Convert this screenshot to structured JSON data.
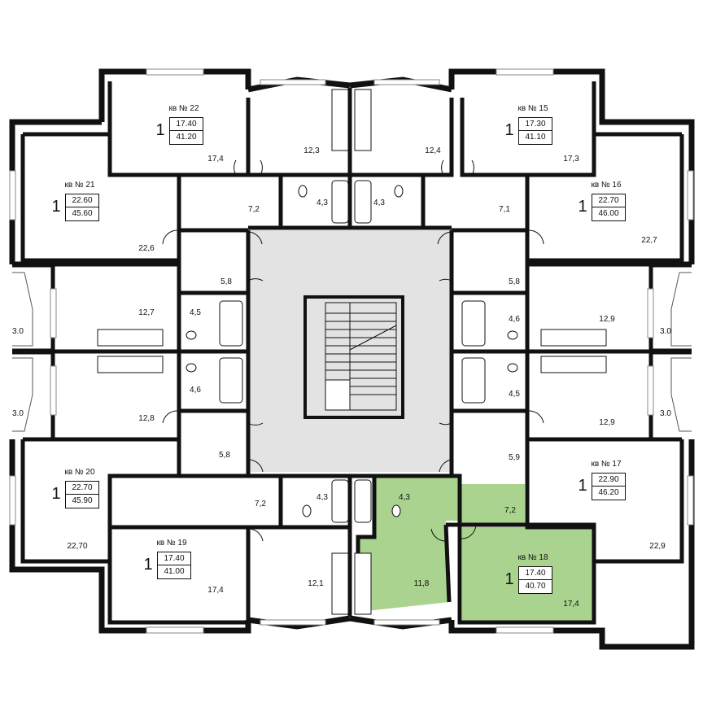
{
  "colors": {
    "wall": "#111111",
    "room_fill": "#ffffff",
    "hall_fill": "#e3e3e3",
    "highlight": "#a9d38e",
    "window": "#8a8a8a"
  },
  "apartments": [
    {
      "title": "кв № 22",
      "rooms": "1",
      "living": "17.40",
      "total": "41.20"
    },
    {
      "title": "кв № 15",
      "rooms": "1",
      "living": "17.30",
      "total": "41.10"
    },
    {
      "title": "кв № 21",
      "rooms": "1",
      "living": "22.60",
      "total": "45.60"
    },
    {
      "title": "кв № 16",
      "rooms": "1",
      "living": "22.70",
      "total": "46.00"
    },
    {
      "title": "кв № 20",
      "rooms": "1",
      "living": "22.70",
      "total": "45.90"
    },
    {
      "title": "кв № 17",
      "rooms": "1",
      "living": "22.90",
      "total": "46.20"
    },
    {
      "title": "кв № 19",
      "rooms": "1",
      "living": "17.40",
      "total": "41.00"
    },
    {
      "title": "кв № 18",
      "rooms": "1",
      "living": "17.40",
      "total": "40.70"
    }
  ],
  "areas": [
    "17,4",
    "12,3",
    "12,4",
    "17,3",
    "7,2",
    "4,3",
    "4,3",
    "7,1",
    "22,6",
    "22,7",
    "5,8",
    "5,8",
    "12,7",
    "4,5",
    "4,6",
    "12,9",
    "3.0",
    "3.0",
    "4,6",
    "4,5",
    "12,8",
    "12,9",
    "3.0",
    "3.0",
    "5,8",
    "5,9",
    "7,2",
    "4,3",
    "4,3",
    "7,2",
    "22,70",
    "22,9",
    "17,4",
    "12,1",
    "11,8",
    "17,4"
  ]
}
